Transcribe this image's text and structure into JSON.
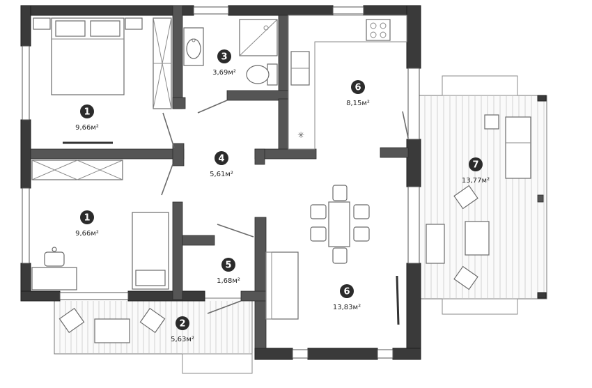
{
  "rooms": [
    {
      "id": "bedroom-top",
      "number": "1",
      "area": "9,66м²"
    },
    {
      "id": "bedroom-bottom",
      "number": "1",
      "area": "9,66м²"
    },
    {
      "id": "terrace-front",
      "number": "2",
      "area": "5,63м²"
    },
    {
      "id": "bathroom",
      "number": "3",
      "area": "3,69м²"
    },
    {
      "id": "hall",
      "number": "4",
      "area": "5,61м²"
    },
    {
      "id": "vestibule",
      "number": "5",
      "area": "1,68м²"
    },
    {
      "id": "kitchen",
      "number": "6",
      "area": "8,15м²"
    },
    {
      "id": "living",
      "number": "6",
      "area": "13,83м²"
    },
    {
      "id": "terrace-side",
      "number": "7",
      "area": "13,77м²"
    }
  ],
  "colors": {
    "wall": "#3a3a3a",
    "badge": "#2b2b2b",
    "furniture_stroke": "#6a6a6a"
  }
}
